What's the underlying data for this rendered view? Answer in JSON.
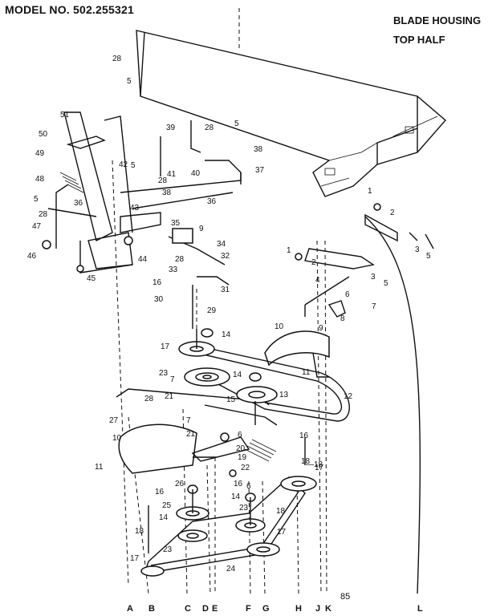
{
  "header": {
    "model": "MODEL NO. 502.255321",
    "title_line1": "BLADE HOUSING",
    "title_line2": "TOP HALF"
  },
  "page_number": "85",
  "letters": [
    "A",
    "B",
    "C",
    "D",
    "E",
    "F",
    "G",
    "H",
    "J",
    "K",
    "L"
  ],
  "callouts": [
    "1",
    "2",
    "3",
    "4",
    "5",
    "6",
    "7",
    "8",
    "9",
    "10",
    "11",
    "12",
    "13",
    "14",
    "15",
    "16",
    "17",
    "18",
    "19",
    "20",
    "21",
    "22",
    "23",
    "24",
    "25",
    "26",
    "27",
    "28",
    "29",
    "30",
    "31",
    "32",
    "33",
    "34",
    "35",
    "36",
    "37",
    "38",
    "39",
    "40",
    "41",
    "42",
    "43",
    "44",
    "45",
    "46",
    "47",
    "48",
    "49",
    "50",
    "51"
  ]
}
